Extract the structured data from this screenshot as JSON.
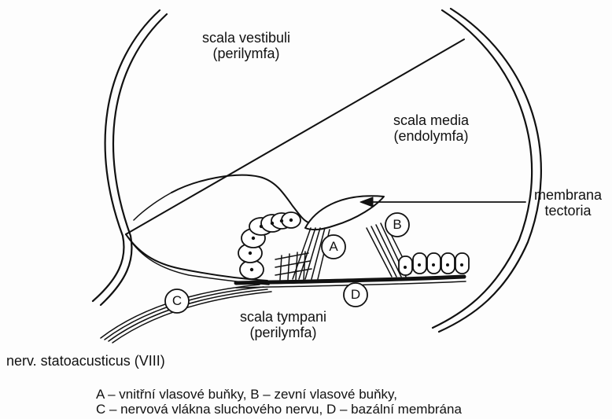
{
  "labels": {
    "scala_vestibuli": "scala vestibuli",
    "scala_vestibuli_fluid": "(perilymfa)",
    "scala_media": "scala media",
    "scala_media_fluid": "(endolymfa)",
    "membrana_line1": "membrana",
    "membrana_line2": "tectoria",
    "scala_tympani": "scala tympani",
    "scala_tympani_fluid": "(perilymfa)",
    "nerve": "nerv. statoacusticus (VIII)"
  },
  "markers": {
    "a": "A",
    "b": "B",
    "c": "C",
    "d": "D"
  },
  "legend": {
    "line1": "A – vnitřní vlasové buňky, B – zevní vlasové buňky,",
    "line2": "C – nervová vlákna sluchového nervu, D – bazální membrána"
  }
}
